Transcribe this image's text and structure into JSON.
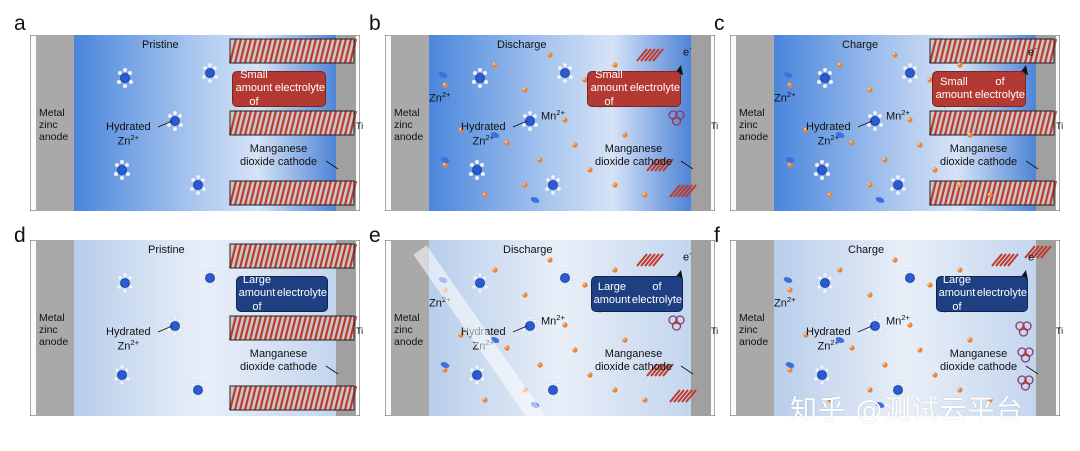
{
  "panels": [
    {
      "letter": "a",
      "title": "Pristine",
      "anode": "Metal\nzinc\nanode",
      "hydrated": "Hydrated",
      "zn": "Zn",
      "cathode": "Manganese\ndioxide cathode",
      "electrolyte_note": "Small amount of\nelectrolyte",
      "ti": "Ti"
    },
    {
      "letter": "b",
      "title": "Discharge",
      "anode": "Metal\nzinc\nanode",
      "hydrated": "Hydrated",
      "zn": "Zn",
      "zn_label": "Zn",
      "mn": "Mn",
      "cathode": "Manganese\ndioxide cathode",
      "electrolyte_note": "Small amount of\nelectrolyte",
      "electron": "e",
      "ti": "Ti"
    },
    {
      "letter": "c",
      "title": "Charge",
      "anode": "Metal\nzinc\nanode",
      "hydrated": "Hydrated",
      "zn": "Zn",
      "zn_label": "Zn",
      "mn": "Mn",
      "cathode": "Manganese\ndioxide cathode",
      "electrolyte_note": "Small amount\nof electrolyte",
      "electron": "e",
      "ti": "Ti"
    },
    {
      "letter": "d",
      "title": "Pristine",
      "anode": "Metal\nzinc\nanode",
      "hydrated": "Hydrated",
      "zn": "Zn",
      "cathode": "Manganese\ndioxide cathode",
      "electrolyte_note": "Large amount of\nelectrolyte",
      "ti": "Ti"
    },
    {
      "letter": "e",
      "title": "Discharge",
      "anode": "Metal\nzinc\nanode",
      "hydrated": "Hydrated",
      "zn": "Zn",
      "zn_label": "Zn",
      "mn": "Mn",
      "cathode": "Manganese\ndioxide cathode",
      "electrolyte_note": "Large amount\nof electrolyte",
      "electron": "e",
      "ti": "Ti"
    },
    {
      "letter": "f",
      "title": "Charge",
      "anode": "Metal\nzinc\nanode",
      "hydrated": "Hydrated",
      "zn": "Zn",
      "zn_label": "Zn",
      "mn": "Mn",
      "cathode": "Manganese\ndioxide cathode",
      "electrolyte_note": "Large amount of\nelectrolyte",
      "electron": "e",
      "ti": "Ti"
    }
  ],
  "charge_2plus": "2+",
  "electron_sup": "-",
  "watermark": "知乎 @测试云平台",
  "colors": {
    "small_box": "#b23a33",
    "large_box": "#1e3f82",
    "electrolyte_small": "#5b8fdc",
    "electrolyte_large": "#c9d9ef",
    "anode": "#a9a9a9",
    "mn_ion": "#e8843a",
    "zn_ion": "#2a5bd7"
  }
}
